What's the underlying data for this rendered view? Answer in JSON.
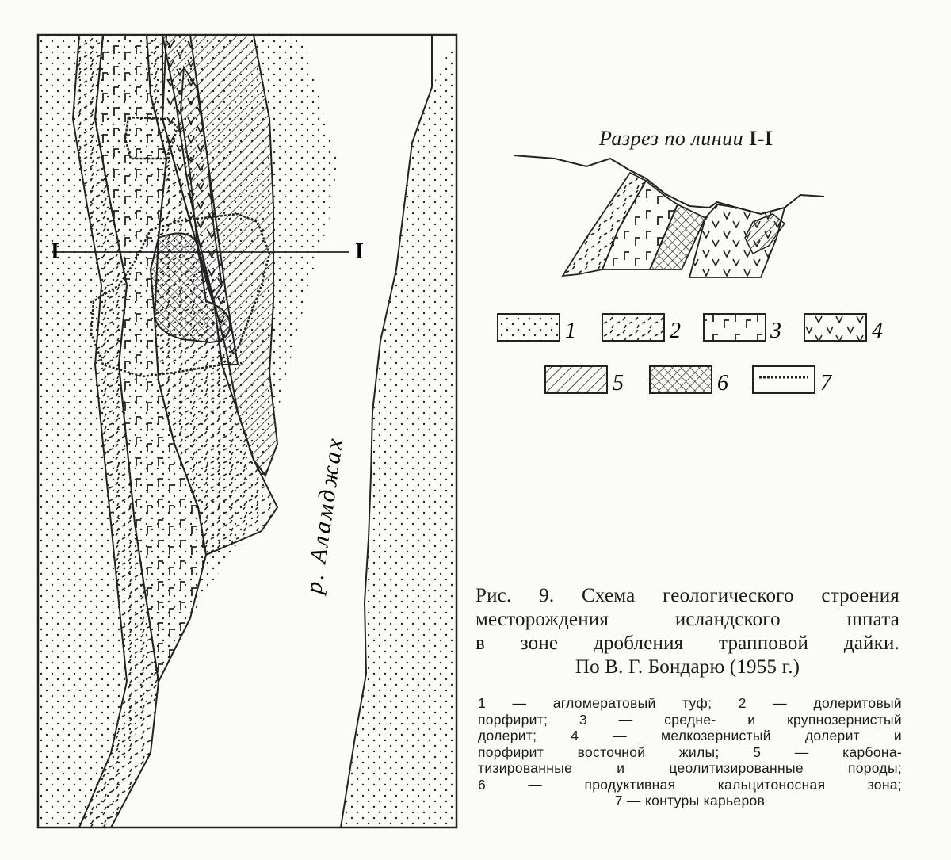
{
  "section": {
    "title_prefix": "Разрез по линии",
    "title_num": "I-I"
  },
  "map": {
    "line_label_left": "I",
    "line_label_right": "I",
    "river_label": "р. Аламджах"
  },
  "legend": [
    {
      "num": "1",
      "pattern": "dots"
    },
    {
      "num": "2",
      "pattern": "dashes"
    },
    {
      "num": "3",
      "pattern": "gamma"
    },
    {
      "num": "4",
      "pattern": "vees"
    },
    {
      "num": "5",
      "pattern": "hatch"
    },
    {
      "num": "6",
      "pattern": "crosshatch"
    },
    {
      "num": "7",
      "pattern": "quarry-contour"
    }
  ],
  "caption": {
    "line1": "Рис. 9. Схема геологического строения",
    "line2": "месторождения исландского шпата",
    "line3": "в зоне дробления трапповой дайки.",
    "line4": "По В. Г. Бондарю (1955 г.)"
  },
  "explanation": {
    "line1": "1 — агломератовый туф; 2 — долеритовый",
    "line2": "порфирит; 3 — средне- и крупнозернистый",
    "line3": "долерит; 4 — мелкозернистый долерит и",
    "line4": "порфирит восточной жилы; 5 — карбона-",
    "line5": "тизированные и цеолитизированные породы;",
    "line6": "6 — продуктивная кальцитоносная зона;",
    "line7": "7 — контуры карьеров"
  }
}
